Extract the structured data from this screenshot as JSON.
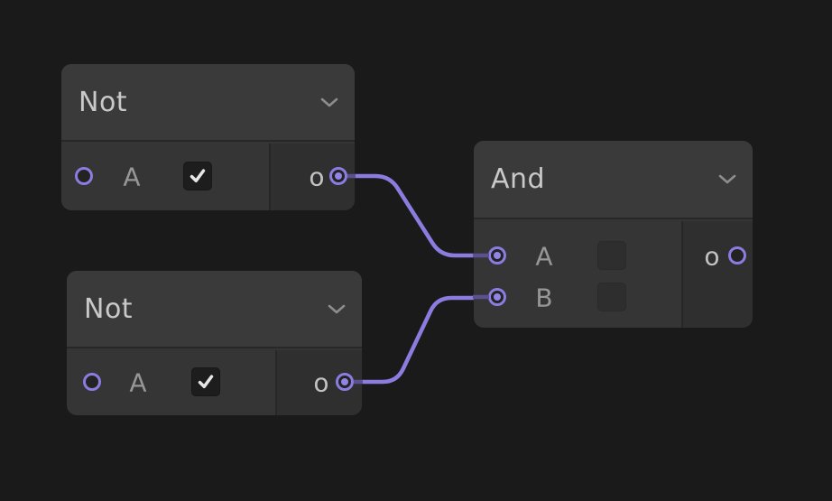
{
  "app": {
    "type": "node-graph-editor",
    "background_color": "#1a1a1a"
  },
  "theme": {
    "accent_purple": "#8b7ce0",
    "wire_color": "#8b7ce0",
    "wire_dim_color": "#5b5191",
    "node_header_bg": "#3a3a3a",
    "node_body_bg": "#353535",
    "node_output_section_bg": "#2f2f2f",
    "title_text_color": "#c9c9c9",
    "label_text_color": "#979797"
  },
  "nodes": [
    {
      "id": "not-1",
      "title": "Not",
      "header_icon": "chevron-down-icon",
      "inputs": [
        {
          "label": "A",
          "connected": false,
          "control": {
            "type": "checkbox",
            "checked": true
          }
        }
      ],
      "outputs": [
        {
          "label": "o",
          "connected": true
        }
      ]
    },
    {
      "id": "not-2",
      "title": "Not",
      "header_icon": "chevron-down-icon",
      "inputs": [
        {
          "label": "A",
          "connected": false,
          "control": {
            "type": "checkbox",
            "checked": true
          }
        }
      ],
      "outputs": [
        {
          "label": "o",
          "connected": true
        }
      ]
    },
    {
      "id": "and-1",
      "title": "And",
      "header_icon": "chevron-down-icon",
      "inputs": [
        {
          "label": "A",
          "connected": true,
          "control": {
            "type": "checkbox",
            "checked": false
          }
        },
        {
          "label": "B",
          "connected": true,
          "control": {
            "type": "checkbox",
            "checked": false
          }
        }
      ],
      "outputs": [
        {
          "label": "o",
          "connected": false
        }
      ]
    }
  ],
  "connections": [
    {
      "from_node": "not-1",
      "from_port": "o",
      "to_node": "and-1",
      "to_port": "A"
    },
    {
      "from_node": "not-2",
      "from_port": "o",
      "to_node": "and-1",
      "to_port": "B"
    }
  ]
}
